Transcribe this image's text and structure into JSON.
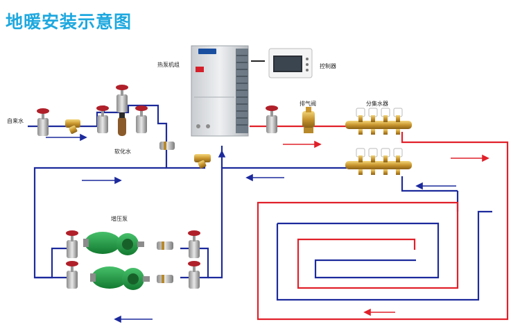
{
  "title": "地暖安装示意图",
  "labels": {
    "tap_water": "自来水",
    "softened_water": "软化水",
    "heat_pump": "热泵机组",
    "controller": "控制器",
    "air_vent": "排气阀",
    "manifold": "分集水器",
    "booster_pump": "增压泵"
  },
  "colors": {
    "title": "#1ea8df",
    "supply_pipe": "#e0202a",
    "return_pipe": "#1c2a9c",
    "valve_handle": "#b0202a",
    "pump_green": "#1f8f3a"
  }
}
